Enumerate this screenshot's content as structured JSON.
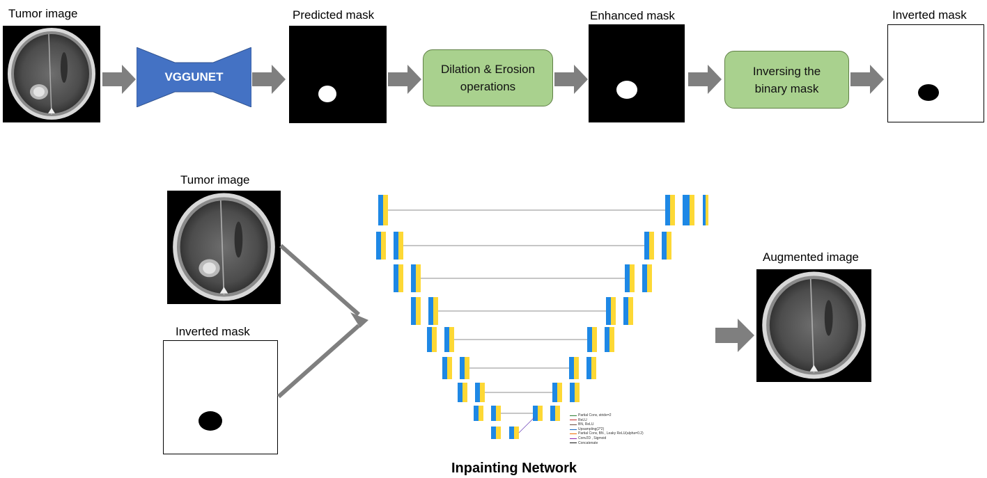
{
  "top": {
    "label_tumor": "Tumor image",
    "vggunet": "VGGUNET",
    "label_predicted": "Predicted mask",
    "dilation_line1": "Dilation & Erosion",
    "dilation_line2": "operations",
    "label_enhanced": "Enhanced mask",
    "inverse_line1": "Inversing the",
    "inverse_line2": "binary mask",
    "label_inverted": "Inverted mask"
  },
  "bottom": {
    "label_tumor": "Tumor image",
    "label_inverted": "Inverted mask",
    "label_augmented": "Augmented image",
    "network_title": "Inpainting Network"
  },
  "legend": {
    "items": [
      {
        "text": "Partial Conv, stride=2",
        "color": "#2e7d32"
      },
      {
        "text": "ReLU",
        "color": "#c62828"
      },
      {
        "text": "BN, ReLU",
        "color": "#6d4c41"
      },
      {
        "text": "Upsampling(2*2)",
        "color": "#1565c0"
      },
      {
        "text": "Partial Conv, BN , Leaky ReLU(alpha=0.2)",
        "color": "#ef6c00"
      },
      {
        "text": "Conv2D , Sigmoid",
        "color": "#8e24aa"
      },
      {
        "text": "Concatenate",
        "color": "#111111"
      }
    ]
  },
  "colors": {
    "vggunet_blue": "#4472c4",
    "process_green": "#a9d18e",
    "arrow_gray": "#7f7f7f",
    "block_blue": "#1e88e5",
    "block_yellow": "#fdd835"
  }
}
